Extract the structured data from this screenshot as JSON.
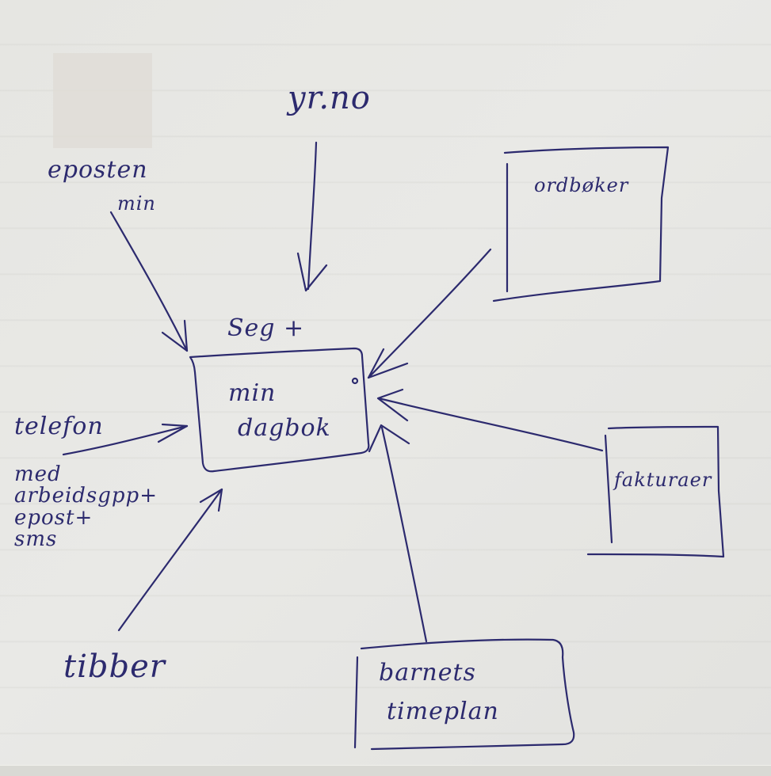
{
  "diagram": {
    "type": "hand-drawn-sketch",
    "ink_color": "#2c2a6e",
    "paper_color": "#e6e6e2",
    "center": {
      "label_above": "Seg +",
      "label_line1": "min",
      "label_line2": "dagbok"
    },
    "sources": {
      "yr": {
        "label": "yr.no"
      },
      "eposten": {
        "label_line1": "eposten",
        "label_line2": "min"
      },
      "ordboker": {
        "label": "ordbøker"
      },
      "telefon": {
        "label": "telefon",
        "details": [
          "med",
          "arbeidsgpp+",
          "epost+",
          "sms"
        ]
      },
      "fakturaer": {
        "label": "fakturaer"
      },
      "tibber": {
        "label": "tibber"
      },
      "barnets": {
        "label_line1": "barnets",
        "label_line2": "timeplan"
      }
    },
    "edges": [
      {
        "from": "yr.no",
        "to": "min dagbok"
      },
      {
        "from": "eposten min",
        "to": "min dagbok"
      },
      {
        "from": "ordbøker",
        "to": "min dagbok"
      },
      {
        "from": "telefon",
        "to": "min dagbok"
      },
      {
        "from": "fakturaer",
        "to": "min dagbok"
      },
      {
        "from": "tibber",
        "to": "min dagbok"
      },
      {
        "from": "barnets timeplan",
        "to": "min dagbok"
      }
    ]
  }
}
